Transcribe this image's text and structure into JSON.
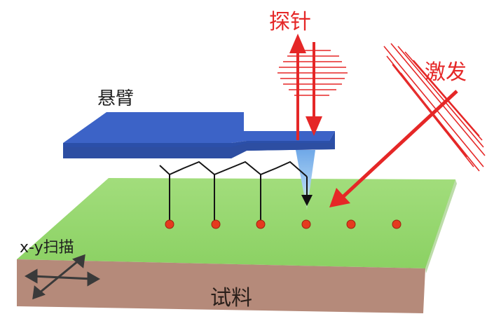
{
  "labels": {
    "probe": "探针",
    "excitation": "激发",
    "cantilever": "悬臂",
    "xy_scan": "x-y扫描",
    "sample": "试料"
  },
  "colors": {
    "probe_beam": "#e52727",
    "cantilever": "#3a63c8",
    "sample_top": "#93d66a",
    "sample_side": "#b58a7a",
    "dot": "#e53a1e"
  },
  "icons": {
    "scan_arrows": "cross-arrows-icon"
  }
}
